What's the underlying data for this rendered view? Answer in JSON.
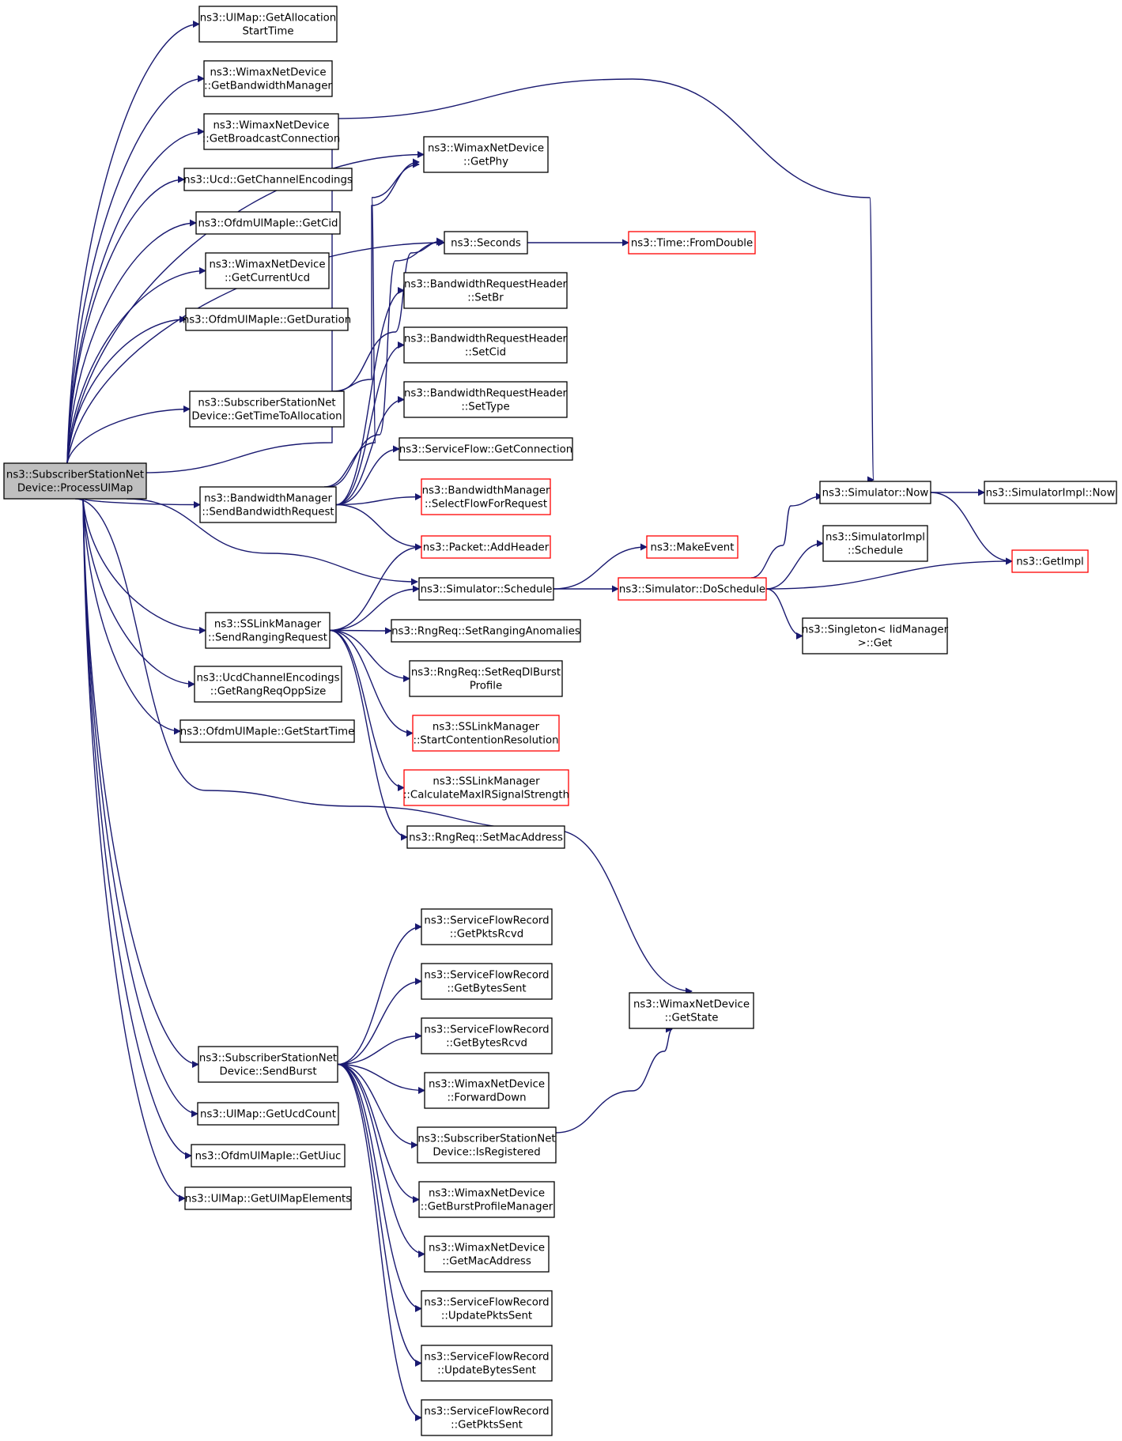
{
  "colors": {
    "edge": "#191970",
    "root_fill": "#bfbfbf",
    "red_border": "#ff0000"
  },
  "nodes": [
    {
      "id": "root",
      "lines": [
        "ns3::SubscriberStationNet",
        "Device::ProcessUlMap"
      ],
      "style": "root"
    },
    {
      "id": "ulmap_getallocationstarttime",
      "lines": [
        "ns3::UlMap::GetAllocation",
        "StartTime"
      ]
    },
    {
      "id": "wimax_getbandwidthmanager",
      "lines": [
        "ns3::WimaxNetDevice",
        "::GetBandwidthManager"
      ]
    },
    {
      "id": "wimax_getbroadcastconnection",
      "lines": [
        "ns3::WimaxNetDevice",
        "::GetBroadcastConnection"
      ]
    },
    {
      "id": "ucd_getchannelencodings",
      "lines": [
        "ns3::Ucd::GetChannelEncodings"
      ]
    },
    {
      "id": "ofdm_getcid",
      "lines": [
        "ns3::OfdmUlMapIe::GetCid"
      ]
    },
    {
      "id": "wimax_getcurrentucd",
      "lines": [
        "ns3::WimaxNetDevice",
        "::GetCurrentUcd"
      ]
    },
    {
      "id": "ofdm_getduration",
      "lines": [
        "ns3::OfdmUlMapIe::GetDuration"
      ]
    },
    {
      "id": "ss_gettimetoallocation",
      "lines": [
        "ns3::SubscriberStationNet",
        "Device::GetTimeToAllocation"
      ]
    },
    {
      "id": "bwm_sendbandwidthrequest",
      "lines": [
        "ns3::BandwidthManager",
        "::SendBandwidthRequest"
      ]
    },
    {
      "id": "sslink_sendrangingrequest",
      "lines": [
        "ns3::SSLinkManager",
        "::SendRangingRequest"
      ]
    },
    {
      "id": "ucdce_getrangreqoppsize",
      "lines": [
        "ns3::UcdChannelEncodings",
        "::GetRangReqOppSize"
      ]
    },
    {
      "id": "ofdm_getstarttime",
      "lines": [
        "ns3::OfdmUlMapIe::GetStartTime"
      ]
    },
    {
      "id": "ss_sendburst",
      "lines": [
        "ns3::SubscriberStationNet",
        "Device::SendBurst"
      ]
    },
    {
      "id": "ulmap_getucdcount",
      "lines": [
        "ns3::UlMap::GetUcdCount"
      ]
    },
    {
      "id": "ofdm_getuiuc",
      "lines": [
        "ns3::OfdmUlMapIe::GetUiuc"
      ]
    },
    {
      "id": "ulmap_getulmapelements",
      "lines": [
        "ns3::UlMap::GetUlMapElements"
      ]
    },
    {
      "id": "wimax_getphy",
      "lines": [
        "ns3::WimaxNetDevice",
        "::GetPhy"
      ]
    },
    {
      "id": "seconds",
      "lines": [
        "ns3::Seconds"
      ]
    },
    {
      "id": "time_fromdouble",
      "lines": [
        "ns3::Time::FromDouble"
      ],
      "style": "red"
    },
    {
      "id": "bwrh_setbr",
      "lines": [
        "ns3::BandwidthRequestHeader",
        "::SetBr"
      ]
    },
    {
      "id": "bwrh_setcid",
      "lines": [
        "ns3::BandwidthRequestHeader",
        "::SetCid"
      ]
    },
    {
      "id": "bwrh_settype",
      "lines": [
        "ns3::BandwidthRequestHeader",
        "::SetType"
      ]
    },
    {
      "id": "sf_getconnection",
      "lines": [
        "ns3::ServiceFlow::GetConnection"
      ]
    },
    {
      "id": "bwm_selectflowforrequest",
      "lines": [
        "ns3::BandwidthManager",
        "::SelectFlowForRequest"
      ],
      "style": "red"
    },
    {
      "id": "packet_addheader",
      "lines": [
        "ns3::Packet::AddHeader"
      ],
      "style": "red"
    },
    {
      "id": "sim_schedule",
      "lines": [
        "ns3::Simulator::Schedule"
      ]
    },
    {
      "id": "rng_setranginganomalies",
      "lines": [
        "ns3::RngReq::SetRangingAnomalies"
      ]
    },
    {
      "id": "rng_setreqdlburstprofile",
      "lines": [
        "ns3::RngReq::SetReqDlBurst",
        "Profile"
      ]
    },
    {
      "id": "sslink_startcontentionresolution",
      "lines": [
        "ns3::SSLinkManager",
        "::StartContentionResolution"
      ],
      "style": "red"
    },
    {
      "id": "sslink_calculatemaxirsignalstrength",
      "lines": [
        "ns3::SSLinkManager",
        "::CalculateMaxIRSignalStrength"
      ],
      "style": "red"
    },
    {
      "id": "rng_setmacaddress",
      "lines": [
        "ns3::RngReq::SetMacAddress"
      ]
    },
    {
      "id": "sfr_getpktsrcvd",
      "lines": [
        "ns3::ServiceFlowRecord",
        "::GetPktsRcvd"
      ]
    },
    {
      "id": "sfr_getbytessent",
      "lines": [
        "ns3::ServiceFlowRecord",
        "::GetBytesSent"
      ]
    },
    {
      "id": "sfr_getbytesrcvd",
      "lines": [
        "ns3::ServiceFlowRecord",
        "::GetBytesRcvd"
      ]
    },
    {
      "id": "wimax_forwarddown",
      "lines": [
        "ns3::WimaxNetDevice",
        "::ForwardDown"
      ]
    },
    {
      "id": "ss_isregistered",
      "lines": [
        "ns3::SubscriberStationNet",
        "Device::IsRegistered"
      ]
    },
    {
      "id": "wimax_getburstprofilemanager",
      "lines": [
        "ns3::WimaxNetDevice",
        "::GetBurstProfileManager"
      ]
    },
    {
      "id": "wimax_getmacaddress",
      "lines": [
        "ns3::WimaxNetDevice",
        "::GetMacAddress"
      ]
    },
    {
      "id": "sfr_updatepktssent",
      "lines": [
        "ns3::ServiceFlowRecord",
        "::UpdatePktsSent"
      ]
    },
    {
      "id": "sfr_updatebytessent",
      "lines": [
        "ns3::ServiceFlowRecord",
        "::UpdateBytesSent"
      ]
    },
    {
      "id": "sfr_getpktssent",
      "lines": [
        "ns3::ServiceFlowRecord",
        "::GetPktsSent"
      ]
    },
    {
      "id": "wimax_getstate",
      "lines": [
        "ns3::WimaxNetDevice",
        "::GetState"
      ]
    },
    {
      "id": "makeevent",
      "lines": [
        "ns3::MakeEvent"
      ],
      "style": "red"
    },
    {
      "id": "sim_doschedule",
      "lines": [
        "ns3::Simulator::DoSchedule"
      ],
      "style": "red"
    },
    {
      "id": "sim_now",
      "lines": [
        "ns3::Simulator::Now"
      ]
    },
    {
      "id": "simimpl_schedule",
      "lines": [
        "ns3::SimulatorImpl",
        "::Schedule"
      ]
    },
    {
      "id": "singleton_get",
      "lines": [
        "ns3::Singleton< IidManager",
        ">::Get"
      ]
    },
    {
      "id": "simimpl_now",
      "lines": [
        "ns3::SimulatorImpl::Now"
      ]
    },
    {
      "id": "getimpl",
      "lines": [
        "ns3::GetImpl"
      ],
      "style": "red"
    }
  ],
  "edges": [
    [
      "root",
      "ulmap_getallocationstarttime"
    ],
    [
      "root",
      "wimax_getbandwidthmanager"
    ],
    [
      "root",
      "wimax_getbroadcastconnection"
    ],
    [
      "root",
      "ucd_getchannelencodings"
    ],
    [
      "root",
      "ofdm_getcid"
    ],
    [
      "root",
      "wimax_getcurrentucd"
    ],
    [
      "root",
      "ofdm_getduration"
    ],
    [
      "root",
      "ss_gettimetoallocation"
    ],
    [
      "root",
      "bwm_sendbandwidthrequest"
    ],
    [
      "root",
      "sslink_sendrangingrequest"
    ],
    [
      "root",
      "ucdce_getrangreqoppsize"
    ],
    [
      "root",
      "ofdm_getstarttime"
    ],
    [
      "root",
      "ss_sendburst"
    ],
    [
      "root",
      "ulmap_getucdcount"
    ],
    [
      "root",
      "ofdm_getuiuc"
    ],
    [
      "root",
      "ulmap_getulmapelements"
    ],
    [
      "root",
      "wimax_getphy"
    ],
    [
      "root",
      "seconds"
    ],
    [
      "root",
      "sim_schedule"
    ],
    [
      "root",
      "sim_now"
    ],
    [
      "root",
      "wimax_getstate"
    ],
    [
      "ss_gettimetoallocation",
      "wimax_getphy"
    ],
    [
      "ss_gettimetoallocation",
      "seconds"
    ],
    [
      "bwm_sendbandwidthrequest",
      "wimax_getphy"
    ],
    [
      "bwm_sendbandwidthrequest",
      "seconds"
    ],
    [
      "bwm_sendbandwidthrequest",
      "bwrh_setbr"
    ],
    [
      "bwm_sendbandwidthrequest",
      "bwrh_setcid"
    ],
    [
      "bwm_sendbandwidthrequest",
      "bwrh_settype"
    ],
    [
      "bwm_sendbandwidthrequest",
      "sf_getconnection"
    ],
    [
      "bwm_sendbandwidthrequest",
      "bwm_selectflowforrequest"
    ],
    [
      "bwm_sendbandwidthrequest",
      "packet_addheader"
    ],
    [
      "sslink_sendrangingrequest",
      "packet_addheader"
    ],
    [
      "sslink_sendrangingrequest",
      "sim_schedule"
    ],
    [
      "sslink_sendrangingrequest",
      "rng_setranginganomalies"
    ],
    [
      "sslink_sendrangingrequest",
      "rng_setreqdlburstprofile"
    ],
    [
      "sslink_sendrangingrequest",
      "sslink_startcontentionresolution"
    ],
    [
      "sslink_sendrangingrequest",
      "sslink_calculatemaxirsignalstrength"
    ],
    [
      "sslink_sendrangingrequest",
      "rng_setmacaddress"
    ],
    [
      "seconds",
      "time_fromdouble"
    ],
    [
      "sim_schedule",
      "makeevent"
    ],
    [
      "sim_schedule",
      "sim_doschedule"
    ],
    [
      "sim_doschedule",
      "sim_now"
    ],
    [
      "sim_doschedule",
      "simimpl_schedule"
    ],
    [
      "sim_doschedule",
      "singleton_get"
    ],
    [
      "sim_doschedule",
      "getimpl"
    ],
    [
      "sim_now",
      "simimpl_now"
    ],
    [
      "sim_now",
      "getimpl"
    ],
    [
      "ss_sendburst",
      "sfr_getpktsrcvd"
    ],
    [
      "ss_sendburst",
      "sfr_getbytessent"
    ],
    [
      "ss_sendburst",
      "sfr_getbytesrcvd"
    ],
    [
      "ss_sendburst",
      "wimax_forwarddown"
    ],
    [
      "ss_sendburst",
      "ss_isregistered"
    ],
    [
      "ss_sendburst",
      "wimax_getburstprofilemanager"
    ],
    [
      "ss_sendburst",
      "wimax_getmacaddress"
    ],
    [
      "ss_sendburst",
      "sfr_updatepktssent"
    ],
    [
      "ss_sendburst",
      "sfr_updatebytessent"
    ],
    [
      "ss_sendburst",
      "sfr_getpktssent"
    ],
    [
      "ss_isregistered",
      "wimax_getstate"
    ]
  ]
}
